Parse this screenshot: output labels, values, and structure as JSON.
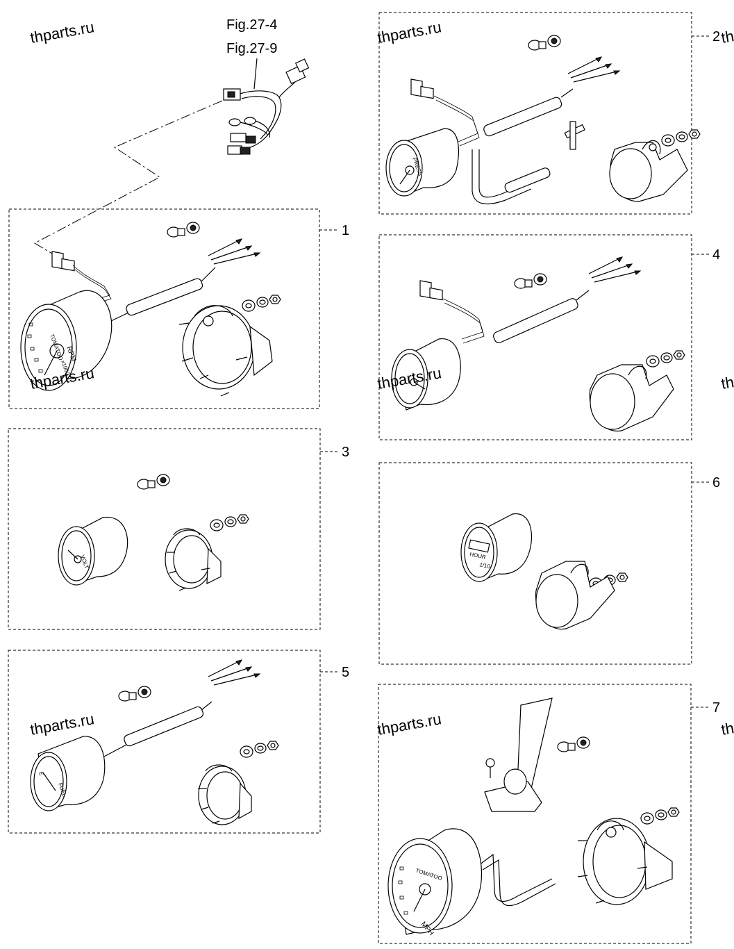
{
  "figure_refs": [
    "Fig.27-4",
    "Fig.27-9"
  ],
  "callouts": [
    "1",
    "2",
    "3",
    "4",
    "5",
    "6",
    "7"
  ],
  "watermark": "thparts.ru",
  "watermark_partial": "th",
  "dial_labels": {
    "brand": "TOMATOO",
    "tach_a": "RPM",
    "tach_b": "x1000",
    "pressure": "PRESS",
    "volt": "VOLT",
    "hour_a": "HOUR",
    "hour_b": "1/10",
    "fuel_e": "E",
    "fuel": "FUEL",
    "speed": "MPH"
  }
}
